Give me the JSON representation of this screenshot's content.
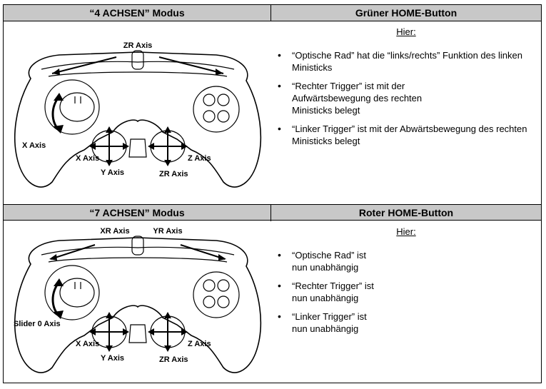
{
  "top": {
    "left_header": "“4 ACHSEN” Modus",
    "right_header": "Grüner HOME-Button",
    "hier": "Hier:",
    "bullets": [
      "“Optische Rad” hat die  “links/rechts” Funktion des linken Ministicks",
      "“Rechter Trigger” ist mit der Aufwärtsbewegung des rechten Ministicks belegt",
      "“Linker Trigger” ist mit der Abwärtsbewegung des rechten Ministicks belegt"
    ],
    "labels": {
      "zr_axis_top": "ZR Axis",
      "x_axis_left": "X Axis",
      "x_axis_cross": "X Axis",
      "y_axis": "Y Axis",
      "zr_axis_bottom": "ZR Axis",
      "z_axis": "Z Axis"
    }
  },
  "bottom": {
    "left_header": "“7 ACHSEN” Modus",
    "right_header": "Roter HOME-Button",
    "hier": "Hier:",
    "bullets": [
      "“Optische Rad” ist nun unabhängig",
      "“Rechter Trigger” ist nun unabhängig",
      "“Linker Trigger” ist nun unabhängig"
    ],
    "labels": {
      "xr_axis": "XR Axis",
      "yr_axis": "YR Axis",
      "slider_axis": "Slider 0 Axis",
      "x_axis_cross": "X Axis",
      "y_axis": "Y Axis",
      "zr_axis_bottom": "ZR Axis",
      "z_axis": "Z Axis"
    }
  }
}
